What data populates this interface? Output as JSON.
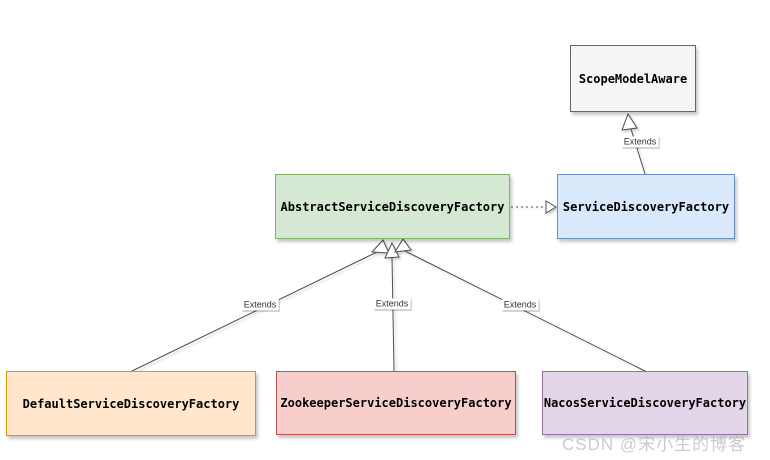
{
  "diagram": {
    "nodes": {
      "scope_model_aware": {
        "label": "ScopeModelAware",
        "fill": "#f5f5f5",
        "border": "#666666"
      },
      "abstract_service_discovery_factory": {
        "label": "AbstractServiceDiscoveryFactory",
        "fill": "#d5e8d4",
        "border": "#82b366"
      },
      "service_discovery_factory": {
        "label": "ServiceDiscoveryFactory",
        "fill": "#dae8fc",
        "border": "#6c8ebf"
      },
      "default_service_discovery_factory": {
        "label": "DefaultServiceDiscoveryFactory",
        "fill": "#ffe6cc",
        "border": "#d79b00"
      },
      "zookeeper_service_discovery_factory": {
        "label": "ZookeeperServiceDiscoveryFactory",
        "fill": "#f8cecc",
        "border": "#b85450"
      },
      "nacos_service_discovery_factory": {
        "label": "NacosServiceDiscoveryFactory",
        "fill": "#e1d5e7",
        "border": "#9673a6"
      }
    },
    "edge_labels": {
      "sdf_extends_scopemodelaware": "Extends",
      "default_extends_abstract": "Extends",
      "zookeeper_extends_abstract": "Extends",
      "nacos_extends_abstract": "Extends"
    }
  },
  "watermark": {
    "text": "CSDN @宋小生的博客",
    "color": "rgba(170,170,170,0.6)"
  }
}
